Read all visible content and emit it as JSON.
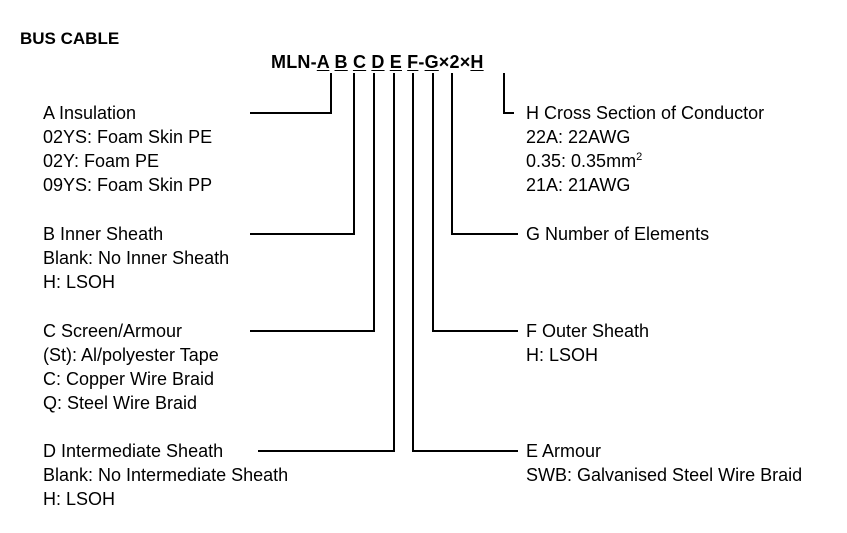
{
  "title": "BUS CABLE",
  "code": {
    "prefix": "MLN-",
    "a": "A",
    "b": "B",
    "c": "C",
    "d": "D",
    "e": "E",
    "f": "F",
    "dash": "-",
    "g": "G",
    "x1": "×2×",
    "h": "H"
  },
  "left": [
    {
      "heading": "A Insulation",
      "lines": [
        "02YS: Foam Skin PE",
        "02Y: Foam PE",
        "09YS: Foam Skin PP"
      ]
    },
    {
      "heading": "B Inner Sheath",
      "lines": [
        "Blank: No Inner Sheath",
        "H: LSOH"
      ]
    },
    {
      "heading": "C Screen/Armour",
      "lines": [
        "(St): Al/polyester Tape",
        "C: Copper Wire Braid",
        "Q: Steel Wire Braid"
      ]
    },
    {
      "heading": "D Intermediate Sheath",
      "lines": [
        "Blank: No Intermediate Sheath",
        "H: LSOH"
      ]
    }
  ],
  "right": [
    {
      "heading": "H Cross Section of Conductor",
      "lines": [
        "22A: 22AWG",
        "0.35: 0.35mm",
        "21A: 21AWG"
      ],
      "sup": "2"
    },
    {
      "heading": "G Number of Elements",
      "lines": []
    },
    {
      "heading": "F Outer Sheath",
      "lines": [
        "H: LSOH"
      ]
    },
    {
      "heading": "E Armour",
      "lines": [
        "SWB: Galvanised Steel Wire Braid"
      ]
    }
  ]
}
